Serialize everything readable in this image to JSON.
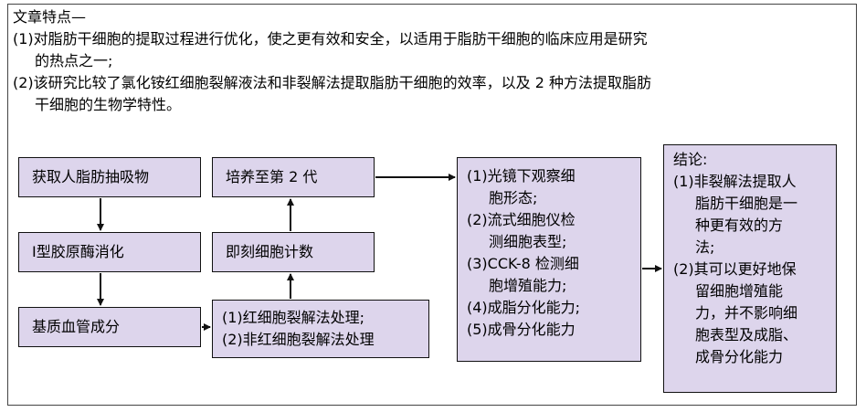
{
  "features": {
    "title": "文章特点—",
    "point1_line1": "(1)对脂肪干细胞的提取过程进行优化，使之更有效和安全，以适用于脂肪干细胞的临床应用是研究",
    "point1_line2": "的热点之一;",
    "point2_line1": "(2)该研究比较了氯化铵红细胞裂解液法和非裂解法提取脂肪干细胞的效率，以及 2 种方法提取脂肪",
    "point2_line2": "干细胞的生物学特性。"
  },
  "flow": {
    "step1": "获取人脂肪抽吸物",
    "step2": "Ⅰ型胶原酶消化",
    "step3": "基质血管成分",
    "step4": [
      "(1)红细胞裂解法处理;",
      "(2)非红细胞裂解法处理"
    ],
    "step5": "即刻细胞计数",
    "step6": "培养至第 2 代",
    "step7": [
      "(1)光镜下观察细",
      "胞形态;",
      "(2)流式细胞仪检",
      "测细胞表型;",
      "(3)CCK-8 检测细",
      "胞增殖能力;",
      "(4)成脂分化能力;",
      "(5)成骨分化能力"
    ],
    "conclusion": [
      "结论:",
      "(1)非裂解法提取人",
      "脂肪干细胞是一",
      "种更有效的方",
      "法;",
      "(2)其可以更好地保",
      "留细胞增殖能",
      "力，并不影响细",
      "胞表型及成脂、",
      "成骨分化能力"
    ]
  },
  "colors": {
    "box_fill": "#ddd5ec",
    "border": "#111111"
  }
}
